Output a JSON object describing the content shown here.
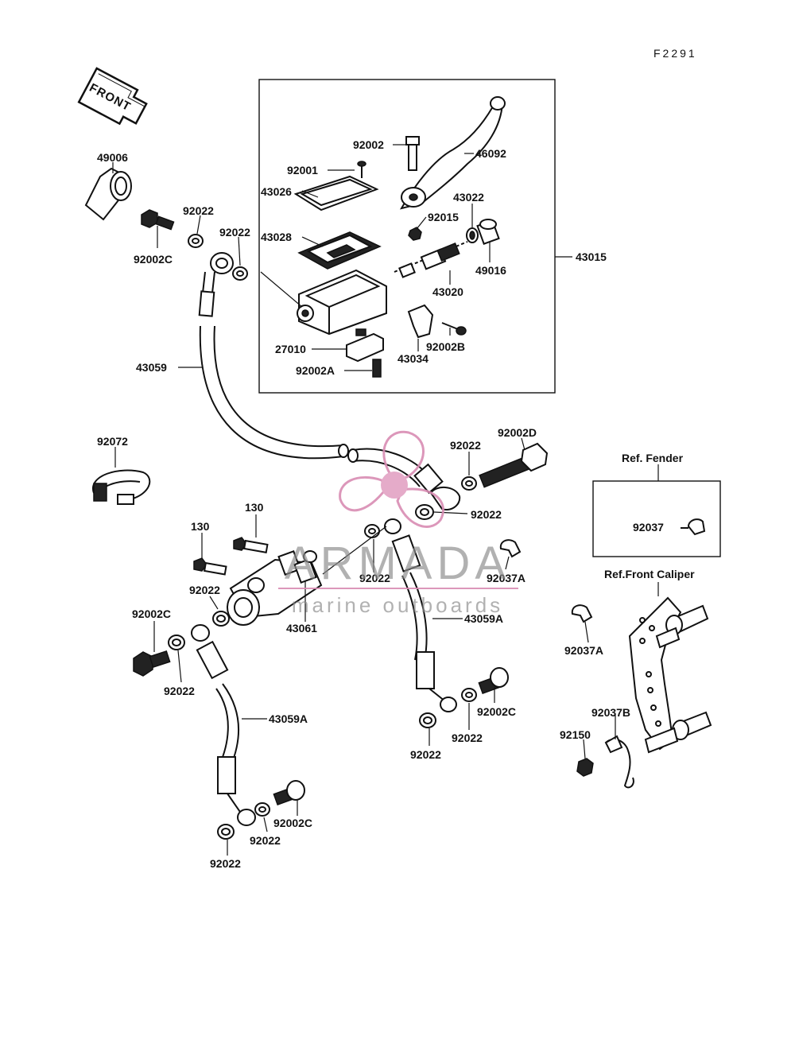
{
  "figure_code": "F2291",
  "front_arrow_label": "FRONT",
  "ref_labels": {
    "fender": "Ref. Fender",
    "caliper": "Ref.Front Caliper"
  },
  "parts": {
    "p49006": "49006",
    "p92002C_a": "92002C",
    "p92022_a": "92022",
    "p92022_b": "92022",
    "p43059": "43059",
    "p92072": "92072",
    "p92002": "92002",
    "p46092": "46092",
    "p92001": "92001",
    "p43026": "43026",
    "p43028": "43028",
    "p43022": "43022",
    "p92015": "92015",
    "p43015": "43015",
    "p49016": "49016",
    "p43020": "43020",
    "p27010": "27010",
    "p92002A": "92002A",
    "p92002B": "92002B",
    "p43034": "43034",
    "p92022_c": "92022",
    "p92002D": "92002D",
    "p92022_d": "92022",
    "p130_a": "130",
    "p130_b": "130",
    "p92022_e": "92022",
    "p92022_f": "92022",
    "p92037A_a": "92037A",
    "p43061": "43061",
    "p43059A_a": "43059A",
    "p92002C_b": "92002C",
    "p92022_g": "92022",
    "p43059A_b": "43059A",
    "p92002C_c": "92002C",
    "p92022_h": "92022",
    "p92022_i": "92022",
    "p92022_j": "92022",
    "p92002C_d": "92002C",
    "p92022_k": "92022",
    "p92037": "92037",
    "p92037A_b": "92037A",
    "p92037B": "92037B",
    "p92150": "92150"
  },
  "watermark": {
    "brand": "ARMADA",
    "tagline": "marine outboards",
    "logo_color": "#d98cb3",
    "text_color": "#8d8d8d"
  }
}
